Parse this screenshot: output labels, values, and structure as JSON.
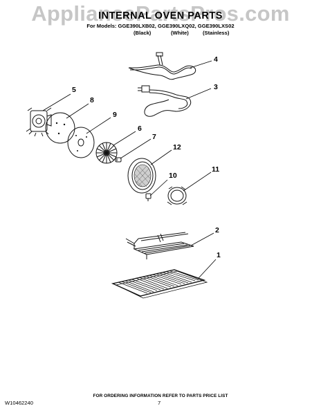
{
  "watermark": "AppliancePartsPros.com",
  "header": {
    "title": "INTERNAL OVEN PARTS",
    "models_line": "For Models: GGE390LXB02, GGE390LXQ02, GGE390LXS02",
    "variants": [
      "(Black)",
      "(White)",
      "(Stainless)"
    ]
  },
  "callouts": [
    "5",
    "8",
    "9",
    "4",
    "3",
    "6",
    "7",
    "12",
    "10",
    "11",
    "2",
    "1"
  ],
  "footer": {
    "ordering_info": "FOR ORDERING INFORMATION REFER TO PARTS PRICE LIST",
    "doc_number": "W10462240",
    "page_number": "7"
  },
  "colors": {
    "watermark": "#c6c6c6",
    "ink": "#111111"
  }
}
